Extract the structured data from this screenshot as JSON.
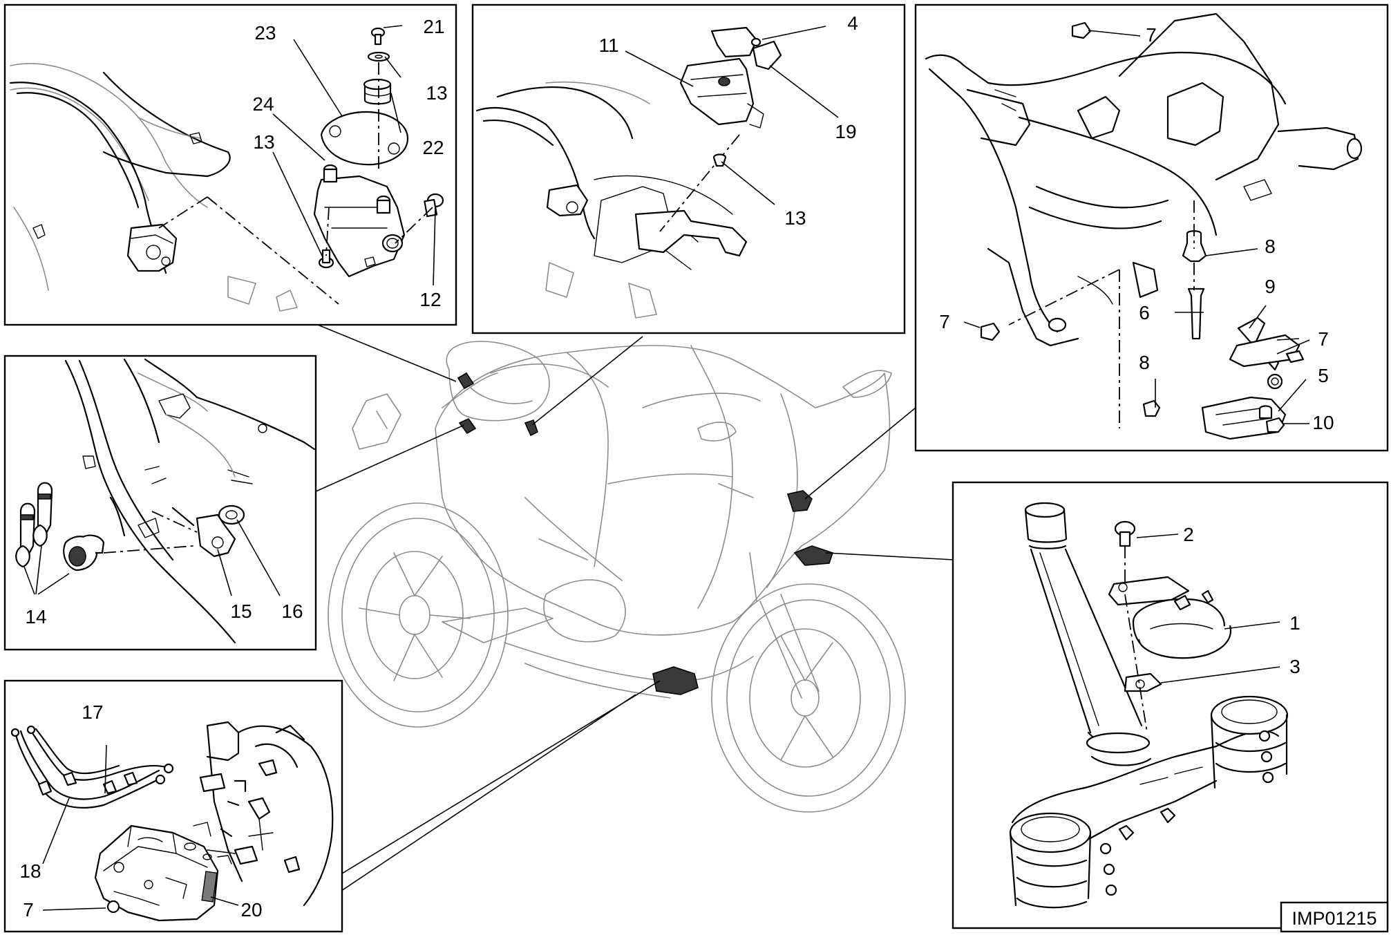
{
  "callouts": {
    "p1": {
      "c23": "23",
      "c21": "21",
      "c13a": "13",
      "c22": "22",
      "c24": "24",
      "c13b": "13",
      "c12": "12"
    },
    "p2": {
      "c11": "11",
      "c4": "4",
      "c19": "19",
      "c13": "13"
    },
    "p3": {
      "c7a": "7",
      "c8a": "8",
      "c9": "9",
      "c6": "6",
      "c7b": "7",
      "c7c": "7",
      "c8b": "8",
      "c5": "5",
      "c10": "10"
    },
    "p4": {
      "c14": "14",
      "c15": "15",
      "c16": "16"
    },
    "p5": {
      "c17": "17",
      "c18": "18",
      "c7": "7",
      "c20": "20"
    },
    "p6": {
      "c2": "2",
      "c1": "1",
      "c3": "3"
    }
  },
  "drawing_code": "IMP01215"
}
